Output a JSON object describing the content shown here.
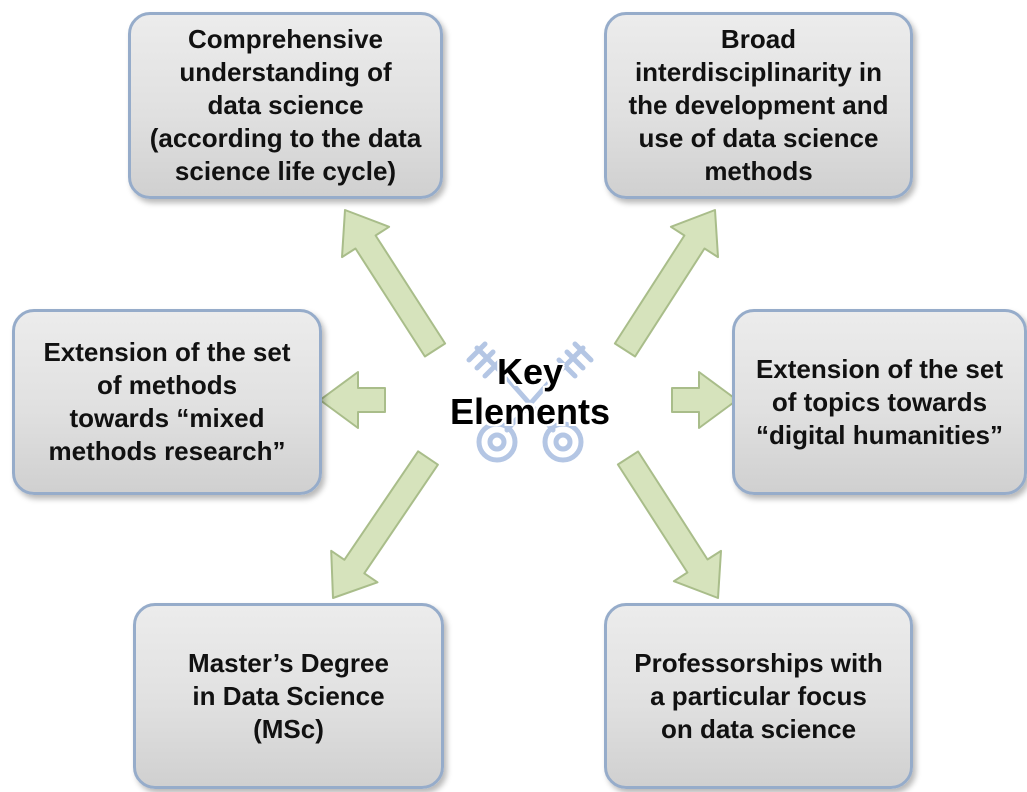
{
  "center": {
    "label": "Key\nElements",
    "icon": "crossed-keys-icon"
  },
  "boxes": {
    "top_left": "Comprehensive\nunderstanding of\ndata science\n(according to the data\nscience life cycle)",
    "top_right": "Broad\ninterdisciplinarity in\nthe development and\nuse of data science\nmethods",
    "mid_left": "Extension of the set\nof methods\ntowards “mixed\nmethods research”",
    "mid_right": "Extension of the set\nof topics towards\n“digital humanities”",
    "bottom_left": "Master’s Degree\nin Data Science\n(MSc)",
    "bottom_right": "Professorships with\na particular focus\non data science"
  },
  "colors": {
    "box_border": "#96acca",
    "box_fill": "#e0e0e0",
    "arrow_fill": "#d6e3bc",
    "arrow_stroke": "#a9bd8a",
    "keys": "#b4c6e4"
  }
}
